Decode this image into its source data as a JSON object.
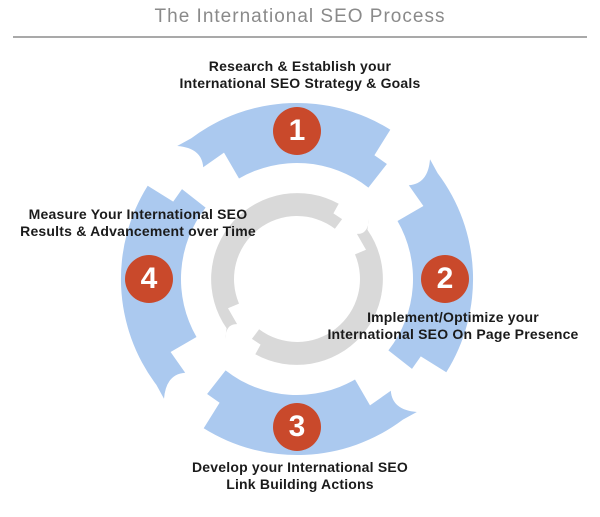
{
  "title": "The International SEO Process",
  "steps": [
    {
      "num": "1",
      "line1": "Research & Establish your",
      "line2": "International SEO Strategy & Goals",
      "position": "top"
    },
    {
      "num": "2",
      "line1": "Implement/Optimize your",
      "line2": "International SEO On Page Presence",
      "position": "right"
    },
    {
      "num": "3",
      "line1": "Develop your International SEO",
      "line2": "Link Building Actions",
      "position": "bottom"
    },
    {
      "num": "4",
      "line1": "Measure Your International SEO",
      "line2": "Results & Advancement over Time",
      "position": "left"
    }
  ],
  "diagram": {
    "type": "cycle",
    "direction": "clockwise",
    "outer_segment_count": 4,
    "inner_arrow_count": 2
  },
  "colors": {
    "arc_blue": "#abc9ef",
    "inner_gray": "#d9d9d9",
    "badge_red": "#c9492b",
    "badge_text": "#ffffff",
    "title_gray": "#8a8a8a",
    "divider_gray": "#a9a9a9",
    "label_black": "#1b1b1b",
    "background": "#ffffff"
  }
}
